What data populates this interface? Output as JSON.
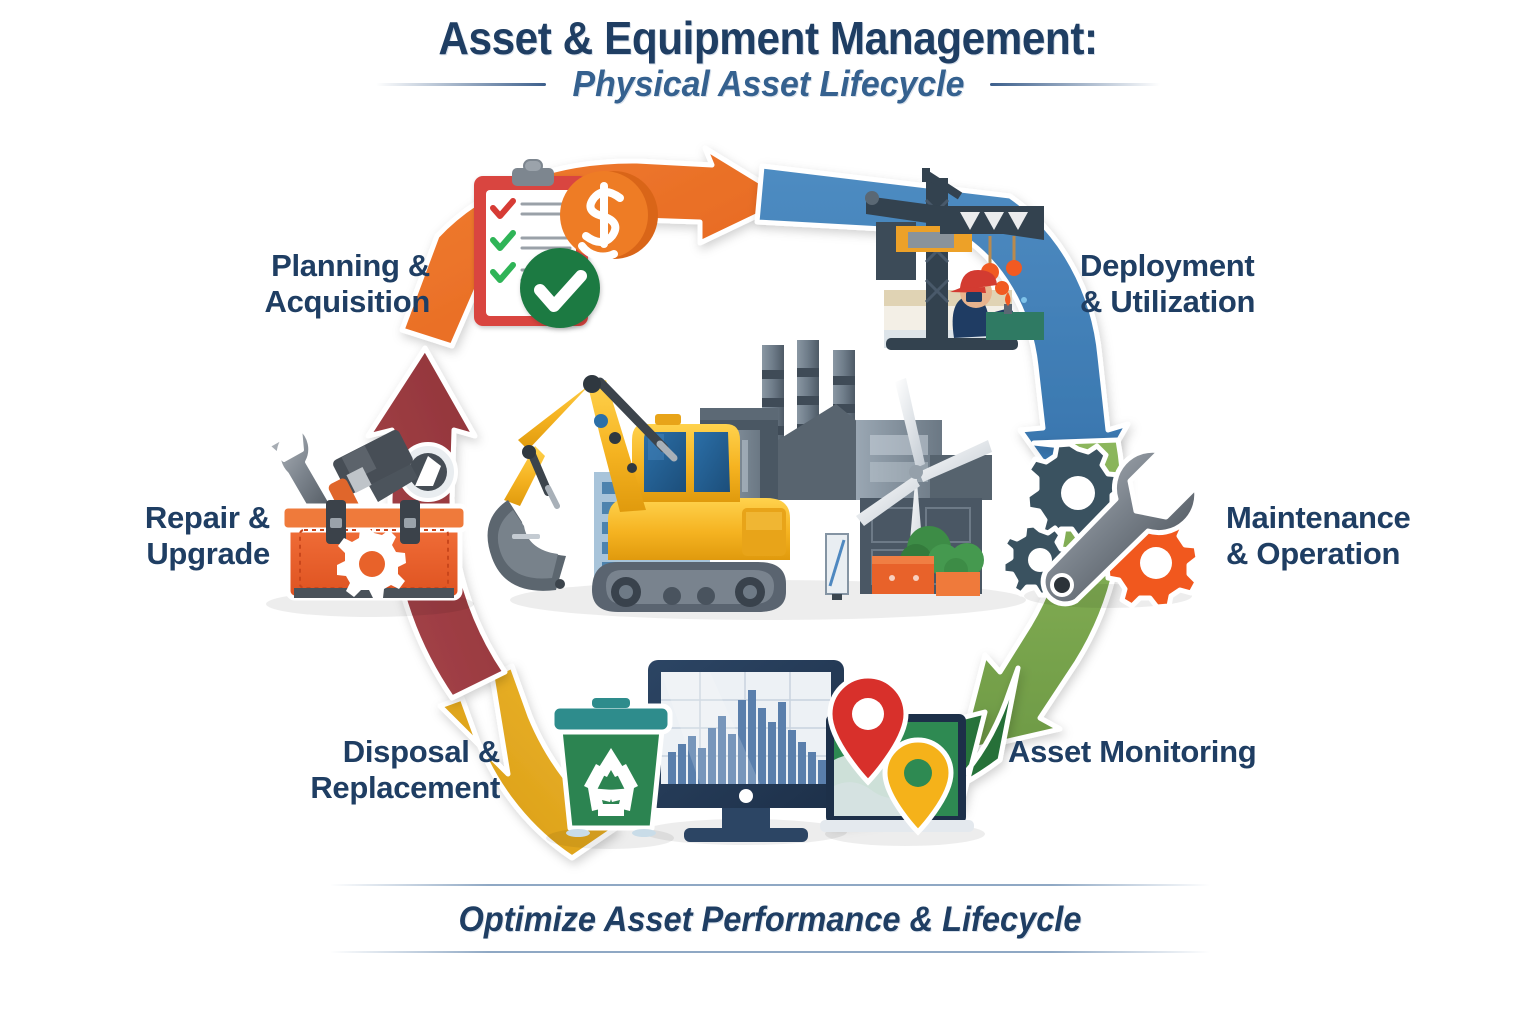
{
  "header": {
    "title": "Asset & Equipment Management:",
    "subtitle": "Physical Asset Lifecycle"
  },
  "footer": {
    "tagline": "Optimize Asset Performance & Lifecycle"
  },
  "diagram": {
    "type": "cycle",
    "direction": "clockwise",
    "stage_count": 6,
    "center_illustration": "excavator-factory-scene",
    "stages": [
      {
        "id": "planning-acquisition",
        "label_line1": "Planning &",
        "label_line2": "Acquisition",
        "arrow_color": "#ED6E26",
        "icon": "clipboard-checklist-dollar-coin-approved",
        "position": "top-left"
      },
      {
        "id": "deployment-utilization",
        "label_line1": "Deployment",
        "label_line2": "& Utilization",
        "arrow_color": "#3D7FB8",
        "icon": "construction-crane-worker",
        "position": "top-right"
      },
      {
        "id": "maintenance-operation",
        "label_line1": "Maintenance",
        "label_line2": "& Operation",
        "arrow_color": "#7FA94F",
        "icon": "wrench-gears",
        "position": "right"
      },
      {
        "id": "asset-monitoring",
        "label_line1": "Asset Monitoring",
        "label_line2": "",
        "arrow_color": "#2B7A3D",
        "icon": "monitor-chart-map-pins",
        "position": "bottom-right"
      },
      {
        "id": "disposal-replacement",
        "label_line1": "Disposal &",
        "label_line2": "Replacement",
        "arrow_color": "#E3A81E",
        "icon": "recycle-bin",
        "position": "bottom-left"
      },
      {
        "id": "repair-upgrade",
        "label_line1": "Repair &",
        "label_line2": "Upgrade",
        "arrow_color": "#9B3A40",
        "icon": "toolbox-wrench-hammer",
        "position": "left"
      }
    ]
  },
  "palette": {
    "navy": "#1F3E63",
    "title_blue": "#35618F",
    "orange": "#ED6E26",
    "blue": "#3D7FB8",
    "light_green": "#7FA94F",
    "dark_green": "#2B7A3D",
    "gold": "#E3A81E",
    "dark_red": "#9B3A40",
    "gear_slate": "#3A5260",
    "gear_orange": "#F1581E",
    "excavator_yellow": "#F5B321",
    "background": "#FFFFFF"
  }
}
